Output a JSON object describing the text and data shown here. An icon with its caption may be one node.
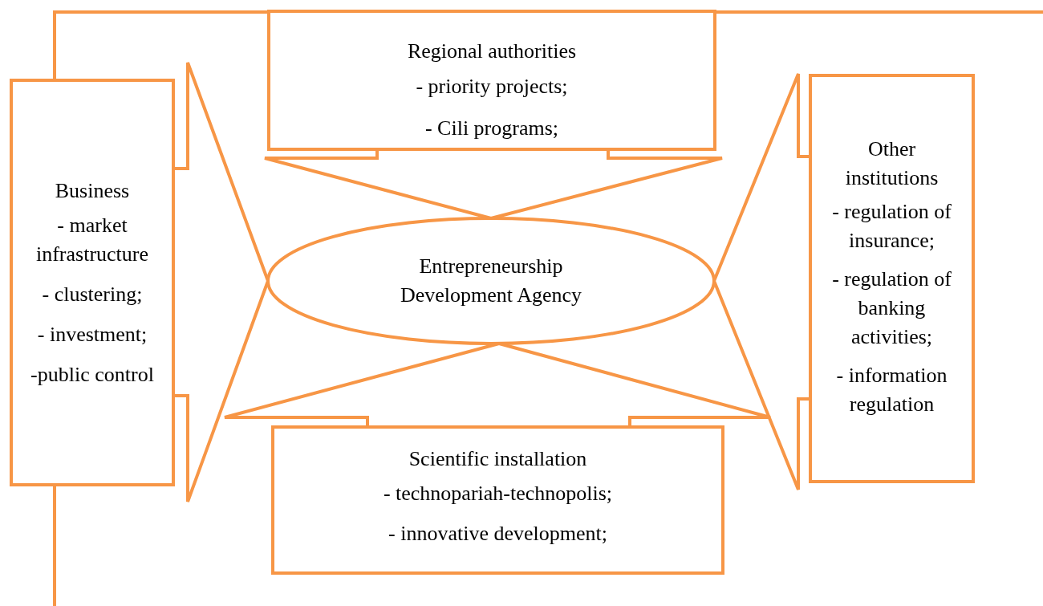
{
  "diagram": {
    "nodes": [
      {
        "text": [
          "Regional authorities",
          "- priority projects;",
          "- Cili programs;"
        ]
      },
      {
        "text": [
          "Business",
          "- market infrastructure",
          "- clustering;",
          "- investment;",
          "-public control"
        ]
      },
      {
        "text": [
          "Entrepreneurship Development Agency"
        ]
      },
      {
        "text": [
          "Other institutions",
          "- regulation of insurance;",
          "- regulation of banking activities;",
          "- information regulation"
        ]
      },
      {
        "text": [
          "Scientific installation",
          "- technopariah-technopolis;",
          "- innovative development;"
        ]
      }
    ],
    "edges": [
      {
        "from": 0,
        "to": 2,
        "arrow": "none"
      },
      {
        "from": 1,
        "to": 2,
        "arrow": "none"
      },
      {
        "from": 3,
        "to": 2,
        "arrow": "none"
      },
      {
        "from": 4,
        "to": 2,
        "arrow": "none"
      }
    ]
  }
}
